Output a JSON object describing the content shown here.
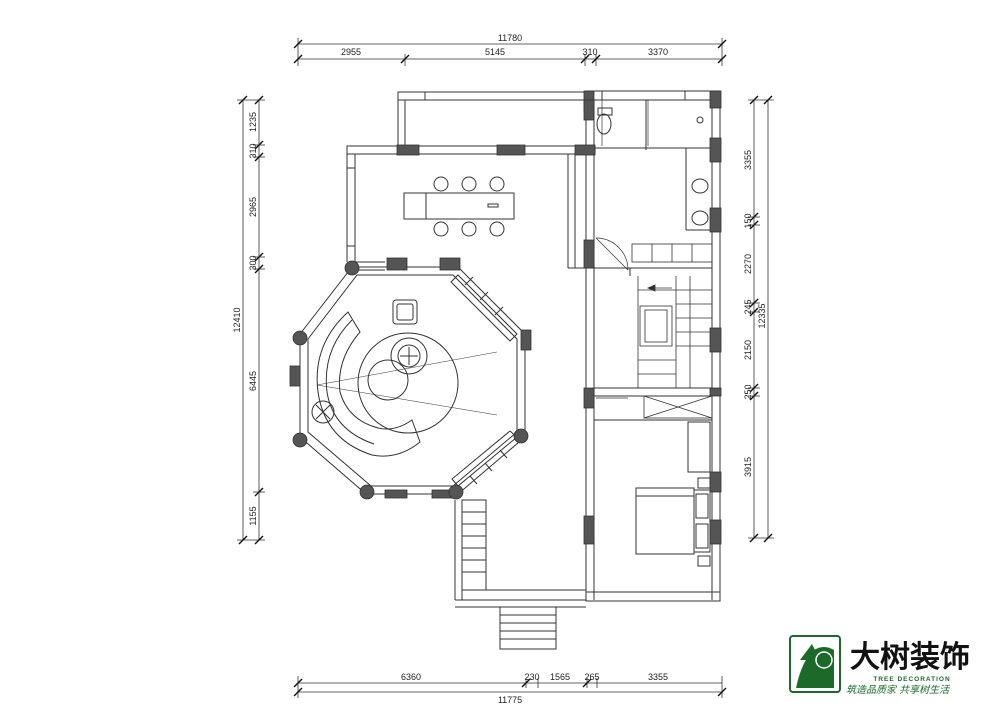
{
  "dimensions": {
    "top_total": "11780",
    "top": [
      "2955",
      "5145",
      "310",
      "3370"
    ],
    "bottom_total": "11775",
    "bottom": [
      "6360",
      "230",
      "1565",
      "265",
      "3355"
    ],
    "left_total": "12410",
    "left": [
      "1235",
      "310",
      "2965",
      "300",
      "6445",
      "1155"
    ],
    "right_total": "12335",
    "right": [
      "3355",
      "150",
      "2270",
      "245",
      "2150",
      "250",
      "3915"
    ]
  },
  "logo": {
    "name": "大树装饰",
    "subtitle": "TREE DECORATION",
    "slogan": "筑造品质家  共享树生活",
    "colors": {
      "green": "#1b6a2a",
      "dark": "#111111"
    }
  },
  "colors": {
    "line": "#333333",
    "column": "#555555",
    "wall_fill": "#ffffff"
  }
}
